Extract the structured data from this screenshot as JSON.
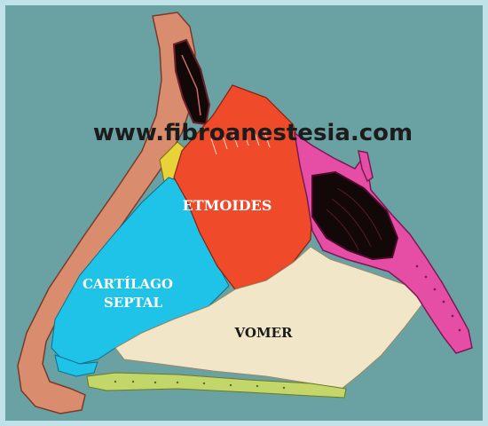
{
  "watermark": "www.fibroanestesia.com",
  "labels": {
    "etmoides": "ETMOIDES",
    "cartilago_line1": "CARTÍLAGO",
    "cartilago_line2": "SEPTAL",
    "vomer": "VOMER"
  },
  "colors": {
    "background": "#6aa1a2",
    "frame": "#bfe2e8",
    "ethmoid": "#ef4a2a",
    "septal_cartilage": "#1fc3e8",
    "vomer": "#f2e6c9",
    "nasal_skin": "#d98c6e",
    "sphenoid": "#e64ea6",
    "sinus_dark": "#120808",
    "palate": "#c3d66a",
    "nasal_bone_accent": "#e8d23a"
  }
}
